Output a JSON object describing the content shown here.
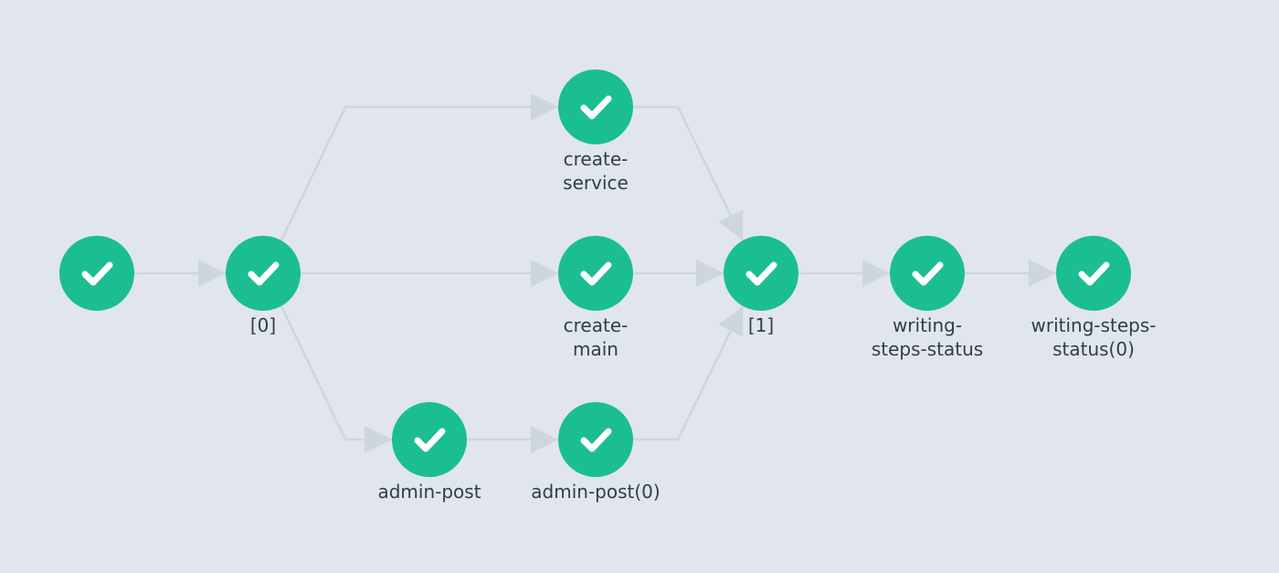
{
  "diagram": {
    "colors": {
      "background": "#e0e6ec",
      "node_fill": "#1bbe93",
      "check": "#ffffff",
      "edge": "#cdd6de",
      "label": "#2f3d4f"
    },
    "nodes": [
      {
        "id": "start",
        "status": "succeeded",
        "icon": "check-icon",
        "label_lines": []
      },
      {
        "id": "n0",
        "status": "succeeded",
        "icon": "check-icon",
        "label_lines": [
          "[0]"
        ]
      },
      {
        "id": "create_service",
        "status": "succeeded",
        "icon": "check-icon",
        "label_lines": [
          "create-",
          "service"
        ]
      },
      {
        "id": "create_main",
        "status": "succeeded",
        "icon": "check-icon",
        "label_lines": [
          "create-",
          "main"
        ]
      },
      {
        "id": "admin_post",
        "status": "succeeded",
        "icon": "check-icon",
        "label_lines": [
          "admin-post"
        ]
      },
      {
        "id": "admin_post0",
        "status": "succeeded",
        "icon": "check-icon",
        "label_lines": [
          "admin-post(0)"
        ]
      },
      {
        "id": "n1",
        "status": "succeeded",
        "icon": "check-icon",
        "label_lines": [
          "[1]"
        ]
      },
      {
        "id": "writing",
        "status": "succeeded",
        "icon": "check-icon",
        "label_lines": [
          "writing-",
          "steps-status"
        ]
      },
      {
        "id": "writing0",
        "status": "succeeded",
        "icon": "check-icon",
        "label_lines": [
          "writing-steps-",
          "status(0)"
        ]
      }
    ],
    "edges": [
      {
        "from": "start",
        "to": "n0"
      },
      {
        "from": "n0",
        "to": "create_service"
      },
      {
        "from": "n0",
        "to": "create_main"
      },
      {
        "from": "n0",
        "to": "admin_post"
      },
      {
        "from": "admin_post",
        "to": "admin_post0"
      },
      {
        "from": "create_service",
        "to": "n1"
      },
      {
        "from": "create_main",
        "to": "n1"
      },
      {
        "from": "admin_post0",
        "to": "n1"
      },
      {
        "from": "n1",
        "to": "writing"
      },
      {
        "from": "writing",
        "to": "writing0"
      }
    ]
  }
}
